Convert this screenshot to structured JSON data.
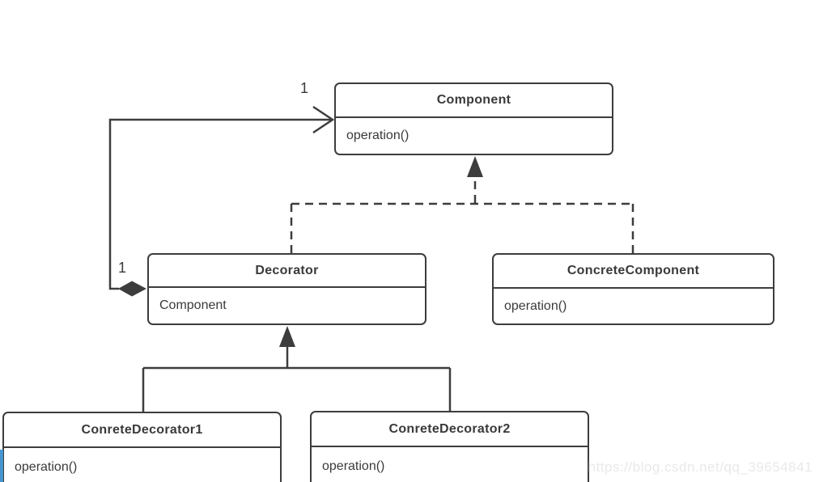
{
  "diagram": {
    "kind": "uml_class_diagram",
    "pattern": "Decorator",
    "classes": [
      {
        "name": "Component",
        "members": [
          "operation()"
        ]
      },
      {
        "name": "Decorator",
        "members": [
          "Component"
        ]
      },
      {
        "name": "ConcreteComponent",
        "members": [
          "operation()"
        ]
      },
      {
        "name": "ConreteDecorator1",
        "members": [
          "operation()"
        ]
      },
      {
        "name": "ConreteDecorator2",
        "members": [
          "operation()"
        ]
      }
    ],
    "multiplicities": [
      {
        "text": "1",
        "near": "Component (aggregation arrow end)"
      },
      {
        "text": "1",
        "near": "Decorator (diamond end)"
      }
    ],
    "relationships": [
      {
        "from": "Decorator",
        "to": "Component",
        "type": "aggregation",
        "markers": "filled diamond at Decorator, open arrow at Component, both ends labeled 1"
      },
      {
        "from": "Decorator",
        "to": "Component",
        "type": "realization",
        "markers": "dashed line, filled triangle at Component"
      },
      {
        "from": "ConcreteComponent",
        "to": "Component",
        "type": "realization",
        "markers": "dashed line, filled triangle at Component"
      },
      {
        "from": "ConreteDecorator1",
        "to": "Decorator",
        "type": "generalization",
        "markers": "solid line, filled triangle at Decorator"
      },
      {
        "from": "ConreteDecorator2",
        "to": "Decorator",
        "type": "generalization",
        "markers": "solid line, filled triangle at Decorator"
      }
    ],
    "colors": {
      "line_color": "#3d3d3d",
      "text_color": "#3a3a3a",
      "watermark_color": "#e9e9e9",
      "strip_color": "#4596cf",
      "bg_color": "#ffffff"
    }
  },
  "watermark": {
    "text": "https://blog.csdn.net/qq_39654841"
  }
}
